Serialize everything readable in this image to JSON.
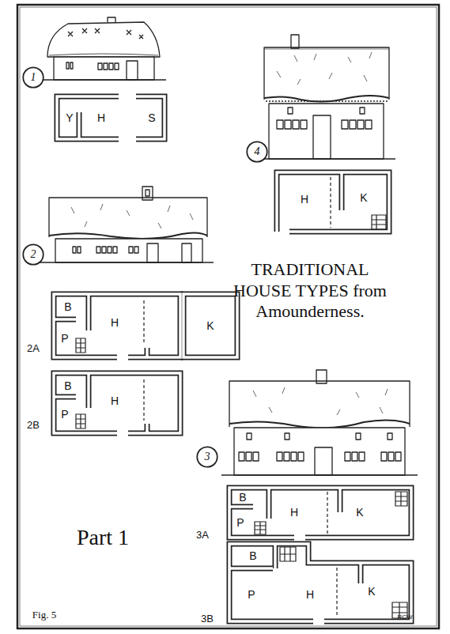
{
  "diagram": {
    "title": "TRADITIONAL HOUSE TYPES from Amounderness.",
    "caption": "Fig. 5",
    "nodes": [
      {
        "text": [
          "1"
        ]
      },
      {
        "text": [
          "4"
        ]
      },
      {
        "text": [
          "2"
        ]
      },
      {
        "text": [
          "3"
        ]
      }
    ],
    "labels": [
      "Y",
      "H",
      "S",
      "H",
      "K",
      "B",
      "H",
      "K",
      "P",
      "2A",
      "B",
      "H",
      "P",
      "2B",
      "B",
      "H",
      "K",
      "P",
      "3A",
      "B",
      "H",
      "K",
      "P",
      "3B",
      "Part 1",
      "RCW"
    ]
  }
}
